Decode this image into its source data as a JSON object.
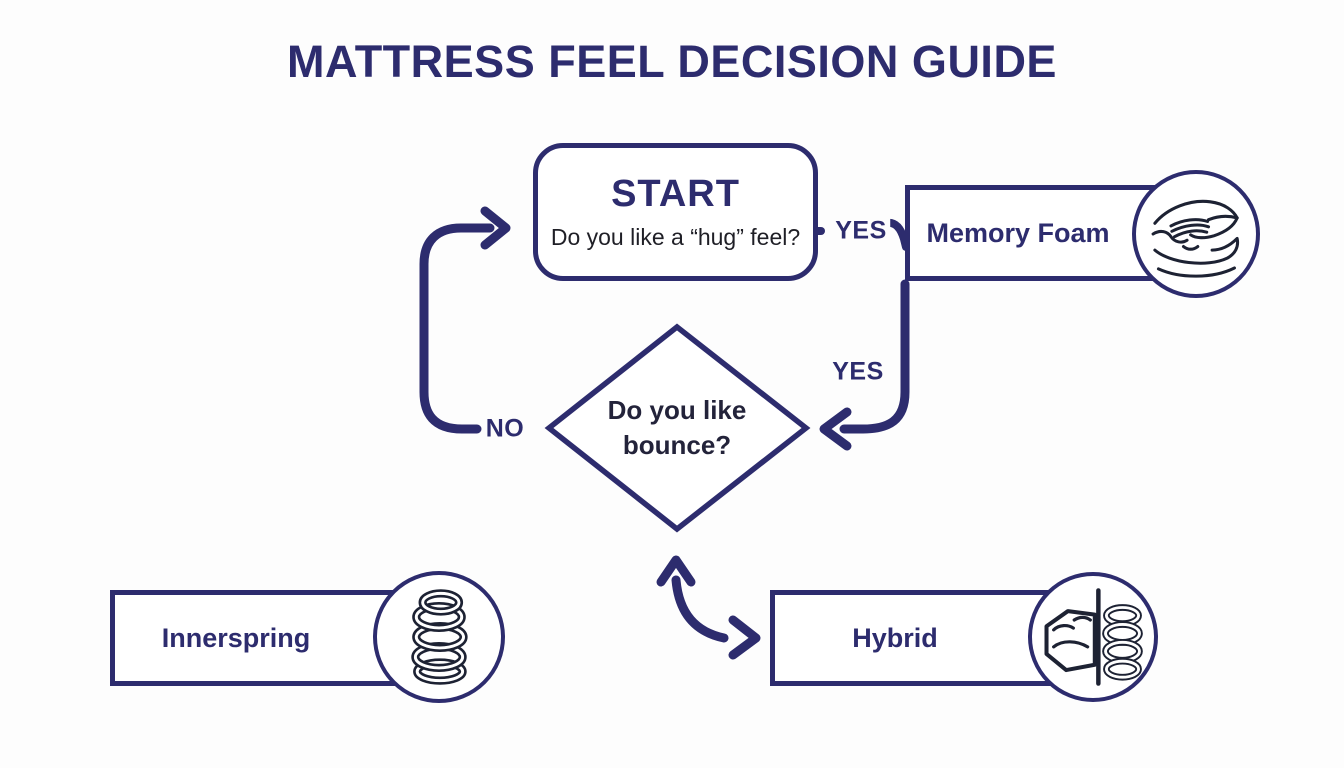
{
  "title": "MATTRESS FEEL DECISION GUIDE",
  "colors": {
    "navy": "#2d2c6e",
    "ink": "#1d2233",
    "question": "#1f1f26",
    "bg": "#fdfdfd"
  },
  "nodes": {
    "start": {
      "label": "START",
      "question": "Do you like a “hug” feel?"
    },
    "decision": {
      "question": "Do you like bounce?"
    },
    "memory_foam": {
      "label": "Memory Foam",
      "icon": "cradling-hands"
    },
    "innerspring": {
      "label": "Innerspring",
      "icon": "coil-spring"
    },
    "hybrid": {
      "label": "Hybrid",
      "icon": "hybrid-mattress"
    }
  },
  "connectors": {
    "start_yes": "YES",
    "decision_yes": "YES",
    "decision_no": "NO"
  }
}
